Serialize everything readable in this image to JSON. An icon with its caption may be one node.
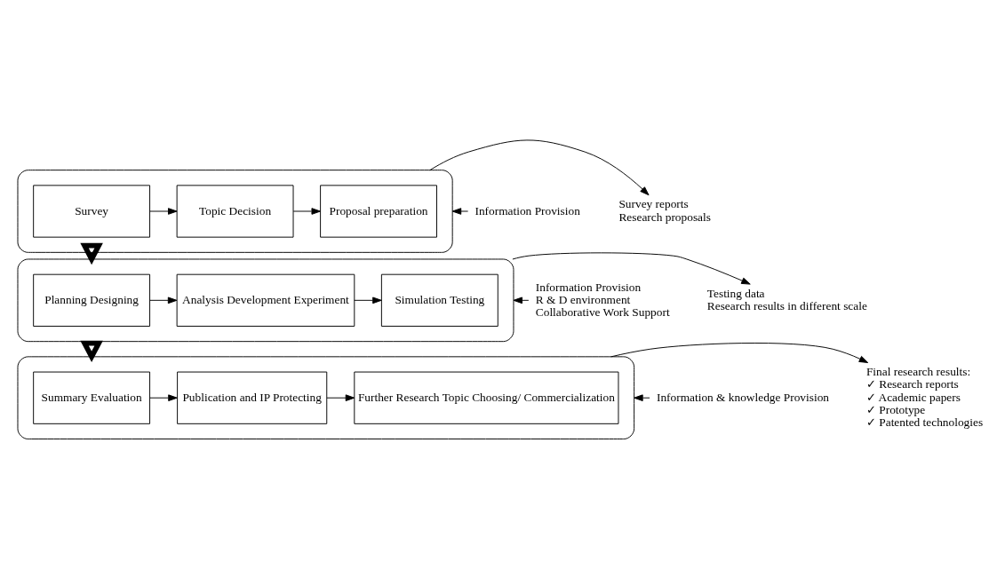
{
  "diagram": {
    "nodes": [
      {
        "text": [],
        "shape": "box"
      },
      {
        "text": [
          "Survey"
        ],
        "in": 0
      },
      {
        "text": [
          "Topic Decision"
        ],
        "in": 0
      },
      {
        "text": [
          "Proposal preparation"
        ],
        "in": 0
      },
      {
        "text": [],
        "shape": "box"
      },
      {
        "text": [
          "Planning Designing"
        ],
        "in": 4
      },
      {
        "text": [
          "Analysis Development Experiment"
        ],
        "in": 4
      },
      {
        "text": [
          "Simulation Testing"
        ],
        "in": 4
      },
      {
        "text": [],
        "shape": "box"
      },
      {
        "text": [
          "Summary Evaluation"
        ],
        "in": 8
      },
      {
        "text": [
          "Publication and IP Protecting"
        ],
        "in": 8
      },
      {
        "text": [
          "Further Research Topic Choosing/ Commercialization"
        ],
        "in": 8
      },
      {
        "text": [
          "Information Provision"
        ]
      },
      {
        "text": [
          "Survey reports",
          "Research proposals"
        ]
      },
      {
        "text": [
          "Information Provision",
          "R & D environment",
          "Collaborative Work Support"
        ]
      },
      {
        "text": [
          "Testing data",
          "Research results in different scale"
        ]
      },
      {
        "text": [
          "Information & knowledge Provision"
        ]
      },
      {
        "text": [
          "Final research results:",
          "✓ Research reports",
          "✓ Academic papers",
          "✓ Prototype",
          "✓ Patented technologies"
        ]
      }
    ],
    "edges": [
      {
        "from": 1,
        "to": 2,
        "arrow": "to"
      },
      {
        "from": 2,
        "to": 3,
        "arrow": "to"
      },
      {
        "from": 0,
        "to": 4,
        "arrow": "to",
        "style": "thick"
      },
      {
        "from": 5,
        "to": 6,
        "arrow": "to"
      },
      {
        "from": 6,
        "to": 7,
        "arrow": "to"
      },
      {
        "from": 4,
        "to": 8,
        "arrow": "to",
        "style": "thick"
      },
      {
        "from": 9,
        "to": 10,
        "arrow": "to"
      },
      {
        "from": 10,
        "to": 11,
        "arrow": "to"
      },
      {
        "from": 12,
        "to": 0,
        "arrow": "to"
      },
      {
        "from": 0,
        "to": 13,
        "arrow": "to"
      },
      {
        "from": 14,
        "to": 4,
        "arrow": "to"
      },
      {
        "from": 4,
        "to": 15,
        "arrow": "to"
      },
      {
        "from": 16,
        "to": 8,
        "arrow": "to"
      },
      {
        "from": 8,
        "to": 17,
        "arrow": "to"
      }
    ]
  }
}
